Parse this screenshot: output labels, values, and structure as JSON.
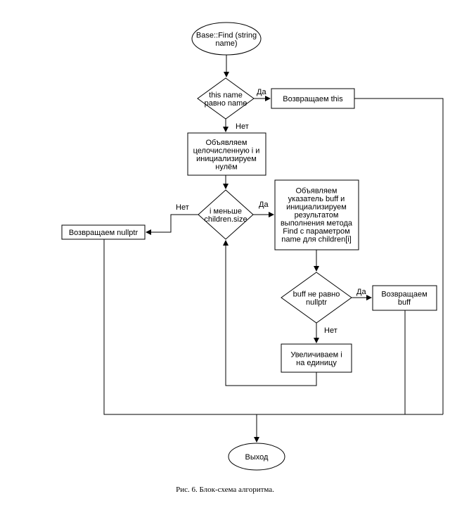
{
  "nodes": {
    "start": [
      "Base::Find (string",
      "name)"
    ],
    "cond_name": [
      "this name",
      "равно name"
    ],
    "return_this": [
      "Возвращаем this"
    ],
    "declare_i": [
      "Объявляем",
      "целочисленную i и",
      "инициализируем",
      "нулём"
    ],
    "cond_i": [
      "i меньше",
      "children.size"
    ],
    "return_nullptr": [
      "Возвращаем nullptr"
    ],
    "declare_buff": [
      "Объявляем",
      "указатель buff и",
      "инициализируем",
      "результатом",
      "выполнения метода",
      "Find с параметром",
      "name для children[i]"
    ],
    "cond_buff": [
      "buff не равно",
      "nullptr"
    ],
    "return_buff": [
      "Возвращаем",
      "buff"
    ],
    "increment_i": [
      "Увеличиваем i",
      "на единицу"
    ],
    "exit": [
      "Выход"
    ]
  },
  "edge_labels": {
    "yes_name": "Да",
    "no_name": "Нет",
    "yes_i": "Да",
    "no_i": "Нет",
    "yes_buff": "Да",
    "no_buff": "Нет"
  },
  "caption": "Рис. 6. Блок-схема алгоритма."
}
